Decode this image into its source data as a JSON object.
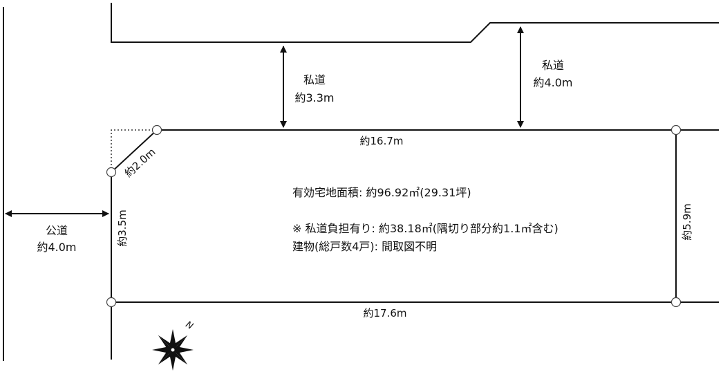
{
  "roads": {
    "private_top_left": {
      "name": "私道",
      "width": "約3.3m"
    },
    "private_top_right": {
      "name": "私道",
      "width": "約4.0m"
    },
    "public_left": {
      "name": "公道",
      "width": "約4.0m"
    }
  },
  "lot": {
    "top_edge": "約16.7m",
    "bottom_edge": "約17.6m",
    "left_edge": "約3.5m",
    "right_edge": "約5.9m",
    "corner_cut": "約2.0m"
  },
  "notes": {
    "area": "有効宅地面積: 約96.92㎡(29.31坪)",
    "private_road_burden": "※ 私道負担有り: 約38.18㎡(隅切り部分約1.1㎡含む)",
    "building": "建物(総戸数4戸): 間取図不明"
  },
  "compass": {
    "label": "N"
  }
}
